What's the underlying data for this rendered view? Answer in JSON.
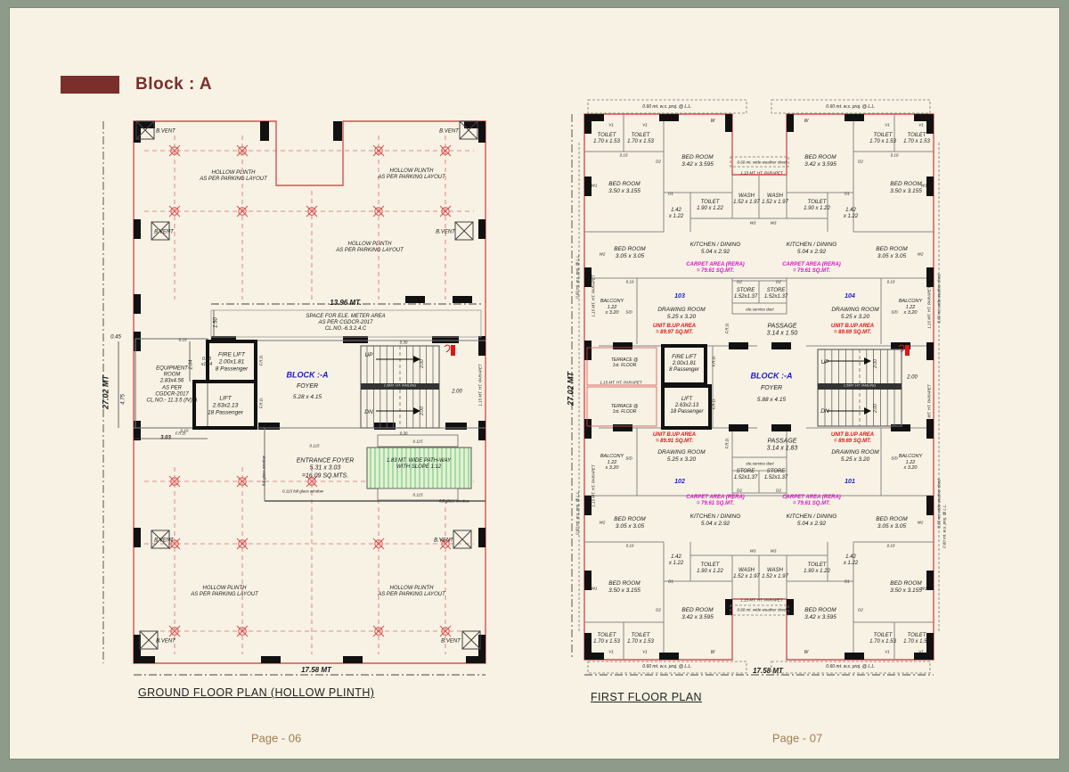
{
  "header": {
    "block_title": "Block : A"
  },
  "footer": {
    "page_left": "Page - 06",
    "page_right": "Page - 07"
  },
  "colors": {
    "accent_maroon": "#7a2f2c",
    "plan_red": "#d94f4f",
    "blue": "#1a1acc",
    "magenta": "#d816c8",
    "red_text": "#e01414",
    "page_bg": "#f7f2e4",
    "frame_bg": "#8f9b8a",
    "hatch_green": "#74c274"
  },
  "ground_floor": {
    "title": "GROUND FLOOR PLAN (HOLLOW PLINTH)",
    "bvent": "B.VENT",
    "hollow_plinth": "HOLLOW PLINTH\nAS PER PARKING LAYOUT",
    "ele_meter": "SPACE FOR ELE. METER AREA\nAS PER CGDCR-2017\nCL.NO.-6.3.2.4.C",
    "equipment_room": "EQUIPMENT\nROOM\n2.83x4.56\nAS PER\nCGDCR-2017\nCL.NO.- 11.3.5 (IV).A",
    "fire_lift": "FIRE LIFT\n2.00x1.81\n8 Passenger",
    "lift": "LIFT\n2.63x2.13\n18 Passenger",
    "block_name": "BLOCK :-A",
    "foyer": "FOYER",
    "foyer_dim": "5.28 x 4.15",
    "entrance_foyer": "ENTRANCE FOYER\n5.31 x 3.03\n=16.09 SQ.MTS.",
    "pathway": "1.83 MT. WIDE PATH-WAY\nWITH SLOPE 1:12",
    "full_glass_window": "full glass window",
    "glass_115": "0.115   full glass window",
    "railing": "1.5MT. HT. RAILING",
    "up": "UP",
    "dn": "DN",
    "frd": "F.R.D.",
    "parapet": "1.15 MT. HT. PARAPET",
    "dims": {
      "width_top": "13.96 MT.",
      "width_bottom": "17.58 MT",
      "height": "27.02 MT",
      "d045": "0.45",
      "d475": "4.75",
      "d303": "3.03",
      "d150": "1.50",
      "d204": "2.04",
      "d063": "0.63\nx1.94",
      "d030": "0.30",
      "d0115": "0.115",
      "d200": "2.00",
      "d010": "0.10"
    }
  },
  "first_floor": {
    "title": "FIRST FLOOR PLAN",
    "proj": "0.60 mt. w.s. proj. @ L.L.",
    "shed": "0.60 mt. wide weather shed",
    "parapet": "1.15 MT. HT. PARAPET",
    "carpet": "CARPET AREA (RERA)\n= 79.61 SQ.MT.",
    "rooms": {
      "toilet_s": "TOILET\n1.70 x 1.53",
      "toilet_m": "TOILET\n1.90 x 1.22",
      "wash": "WASH\n1.52 x 1.97",
      "bedroom_l": "BED ROOM\n3.42 x 3.595",
      "bedroom_m": "BED ROOM\n3.50 x 3.155",
      "bedroom_s": "BED ROOM\n3.05 x 3.05",
      "lobby": "1.42\nx 1.22",
      "kitchen": "KITCHEN / DINING\n5.04 x 2.92",
      "store": "STORE\n1.52x1.37",
      "drawing": "DRAWING ROOM\n5.25 x 3.20",
      "balcony": "BALCONY\n1.22\nx 3.20",
      "passage_top": "PASSAGE\n3.14 x 1.50",
      "passage_bottom": "PASSAGE\n3.14 x 1.83",
      "duct": "ele.service duct",
      "terrace": "TERRACE @\n1st. FLOOR",
      "fire_lift": "FIRE LIFT\n2.00x1.81\n8 Passenger",
      "lift": "LIFT\n2.63x2.13\n18 Passenger",
      "block_name": "BLOCK :-A",
      "foyer": "FOYER",
      "foyer_dim": "5.88 x 4.15",
      "railing": "1.5MT. HT. RAILING"
    },
    "units": {
      "u101": {
        "no": "101",
        "bup": "UNIT B.UP AREA\n= 89.69 SQ.MT."
      },
      "u102": {
        "no": "102",
        "bup": "UNIT B.UP AREA\n= 89.91 SQ.MT."
      },
      "u103": {
        "no": "103",
        "bup": "UNIT B.UP AREA\n= 89.97 SQ.MT."
      },
      "u104": {
        "no": "104",
        "bup": "UNIT B.UP AREA\n= 89.69 SQ.MT."
      }
    },
    "tags": {
      "v1": "V1",
      "d1": "D1",
      "d2": "D2",
      "w": "W",
      "w1": "W1",
      "w2": "W2",
      "w3": "W3",
      "sd": "S/D",
      "frd": "F.R.D.",
      "up": "UP",
      "dn": "DN",
      "d010": "0.10",
      "d200": "2.00"
    },
    "dims": {
      "width": "17.58 MT",
      "height": "27.02 MT"
    }
  }
}
